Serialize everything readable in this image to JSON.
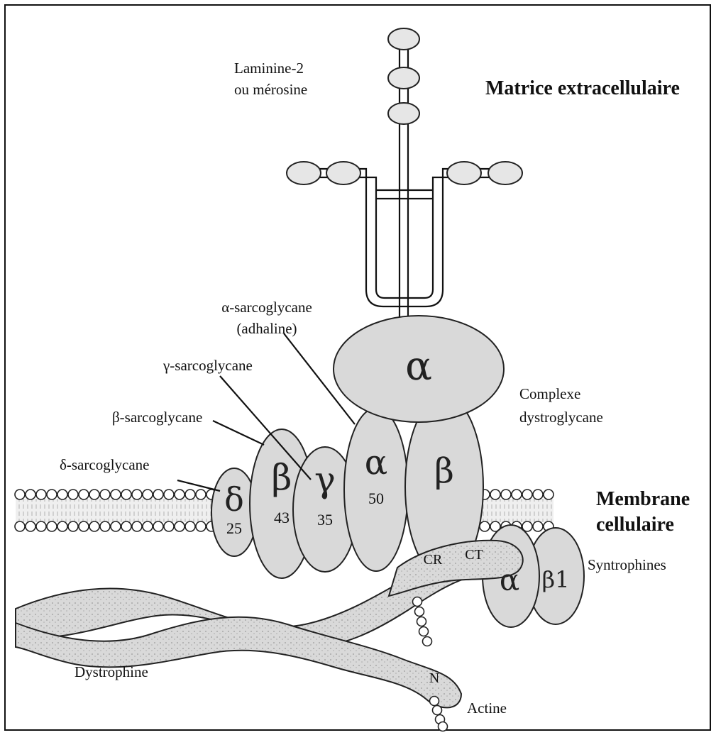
{
  "labels": {
    "laminin_line1": "Laminine-2",
    "laminin_line2": "ou mérosine",
    "ecm": "Matrice extracellulaire",
    "alpha_sg_line1": "α-sarcoglycane",
    "alpha_sg_line2": "(adhaline)",
    "gamma_sg": "γ-sarcoglycane",
    "beta_sg": "β-sarcoglycane",
    "delta_sg": "δ-sarcoglycane",
    "dg_complex_line1": "Complexe",
    "dg_complex_line2": "dystroglycane",
    "membrane_line1": "Membrane",
    "membrane_line2": "cellulaire",
    "syntrophins": "Syntrophines",
    "dystrophin": "Dystrophine",
    "actin": "Actine"
  },
  "proteins": {
    "alpha_dg": {
      "symbol": "α"
    },
    "beta_dg": {
      "symbol": "β"
    },
    "delta_sg": {
      "symbol": "δ",
      "kda": "25"
    },
    "beta_sg": {
      "symbol": "β",
      "kda": "43"
    },
    "gamma_sg": {
      "symbol": "γ",
      "kda": "35"
    },
    "alpha_sg": {
      "symbol": "α",
      "kda": "50"
    },
    "alpha_syn": {
      "symbol": "α"
    },
    "beta1_syn": {
      "symbol": "β1"
    }
  },
  "domains": {
    "cr": "CR",
    "ct": "CT",
    "n": "N"
  }
}
